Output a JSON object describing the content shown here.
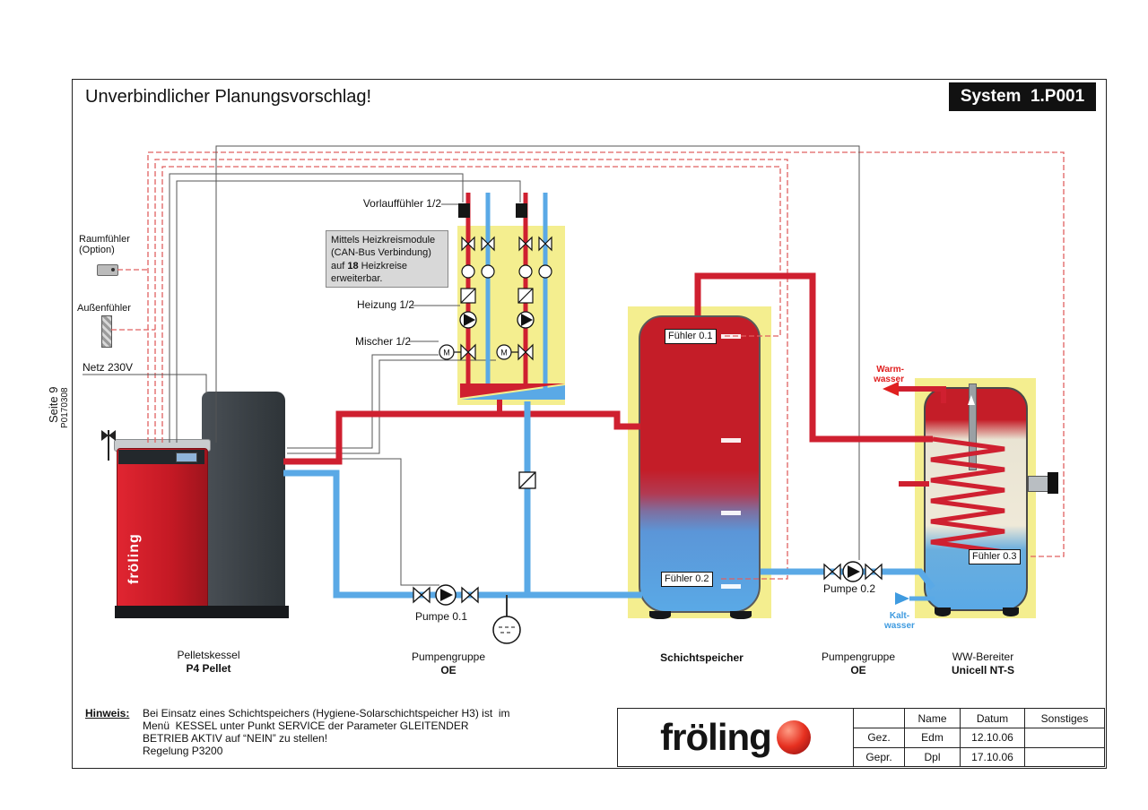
{
  "header": {
    "title": "Unverbindlicher Planungsvorschlag!",
    "system_label": "System  1.P001"
  },
  "margin": {
    "page": "Seite 9",
    "doc_no": "P0170308"
  },
  "left_panel": {
    "raumfuehler_l1": "Raumfühler",
    "raumfuehler_l2": "(Option)",
    "aussenfuehler": "Außenfühler",
    "netz": "Netz 230V"
  },
  "heizkreis": {
    "vorlauf_label": "Vorlauffühler 1/2",
    "heizung_label": "Heizung 1/2",
    "mischer_label": "Mischer 1/2",
    "info_l1": "Mittels Heizkreismodule",
    "info_l2": "(CAN-Bus Verbindung)",
    "info_l3_pre": "auf ",
    "info_l3_bold": "18",
    "info_l3_post": " Heizkreise",
    "info_l4": "erweiterbar.",
    "mixer_motor": "M"
  },
  "sensors": {
    "f01": "Fühler 0.1",
    "f02": "Fühler 0.2",
    "f03": "Fühler 0.3"
  },
  "pumps": {
    "p01": "Pumpe 0.1",
    "p02": "Pumpe 0.2"
  },
  "water": {
    "warm_l1": "Warm-",
    "warm_l2": "wasser",
    "kalt_l1": "Kalt-",
    "kalt_l2": "wasser"
  },
  "components": {
    "boiler_brand": "fröling",
    "boiler_l1": "Pelletskessel",
    "boiler_l2": "P4 Pellet",
    "pg1_l1": "Pumpengruppe",
    "pg1_l2": "OE",
    "speicher": "Schichtspeicher",
    "pg2_l1": "Pumpengruppe",
    "pg2_l2": "OE",
    "ww_l1": "WW-Bereiter",
    "ww_l2": "Unicell NT-S"
  },
  "hinweis": {
    "label": "Hinweis:",
    "l1": "Bei Einsatz eines Schichtspeichers (Hygiene-Solarschichtspeicher H3) ist  im",
    "l2": "Menü  KESSEL unter Punkt SERVICE der Parameter GLEITENDER",
    "l3": "BETRIEB AKTIV auf “NEIN” zu stellen!",
    "l4": "Regelung P3200"
  },
  "titleblock": {
    "logo": "fröling",
    "h_name": "Name",
    "h_datum": "Datum",
    "h_sonstiges": "Sonstiges",
    "r1c0": "Gez.",
    "r1c1": "Edm",
    "r1c2": "12.10.06",
    "r2c0": "Gepr.",
    "r2c1": "Dpl",
    "r2c2": "17.10.06"
  },
  "colors": {
    "pipe_hot": "#cf2030",
    "pipe_cold": "#5aa9e6",
    "panel_yellow": "#f4ee8f",
    "dashed_signal": "#e06060",
    "badge_bg": "#111111"
  }
}
